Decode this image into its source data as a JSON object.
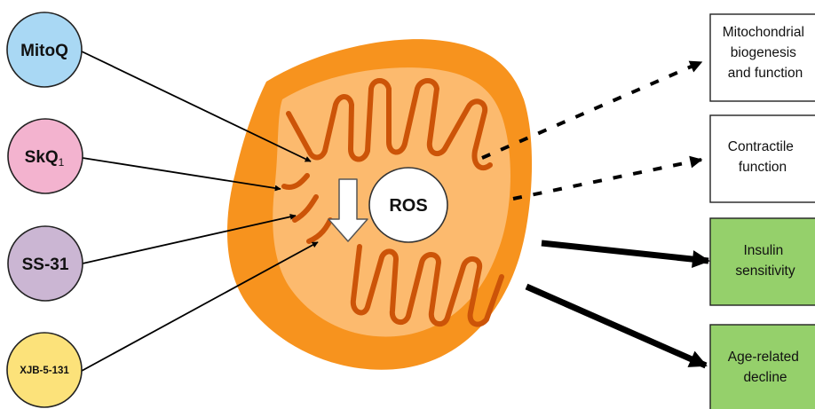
{
  "compounds": [
    {
      "label": "MitoQ",
      "color": "#a9d8f4"
    },
    {
      "label": "SkQ",
      "subscript": "1",
      "color": "#f3b3cf"
    },
    {
      "label": "SS-31",
      "color": "#cbb6d3"
    },
    {
      "label": "XJB-5-131",
      "color": "#fce27a"
    }
  ],
  "center": {
    "label": "ROS"
  },
  "outcomes": [
    {
      "lines": [
        "Mitochondrial",
        "biogenesis",
        "and function"
      ],
      "fill": "#ffffff"
    },
    {
      "lines": [
        "Contractile",
        "function"
      ],
      "fill": "#ffffff"
    },
    {
      "lines": [
        "Insulin",
        "sensitivity"
      ],
      "fill": "#95d06b"
    },
    {
      "lines": [
        "Age-related",
        "decline"
      ],
      "fill": "#95d06b"
    }
  ],
  "colors": {
    "mito_outer": "#f7931e",
    "mito_inner": "#fcba6e",
    "cristae": "#cc5408"
  }
}
